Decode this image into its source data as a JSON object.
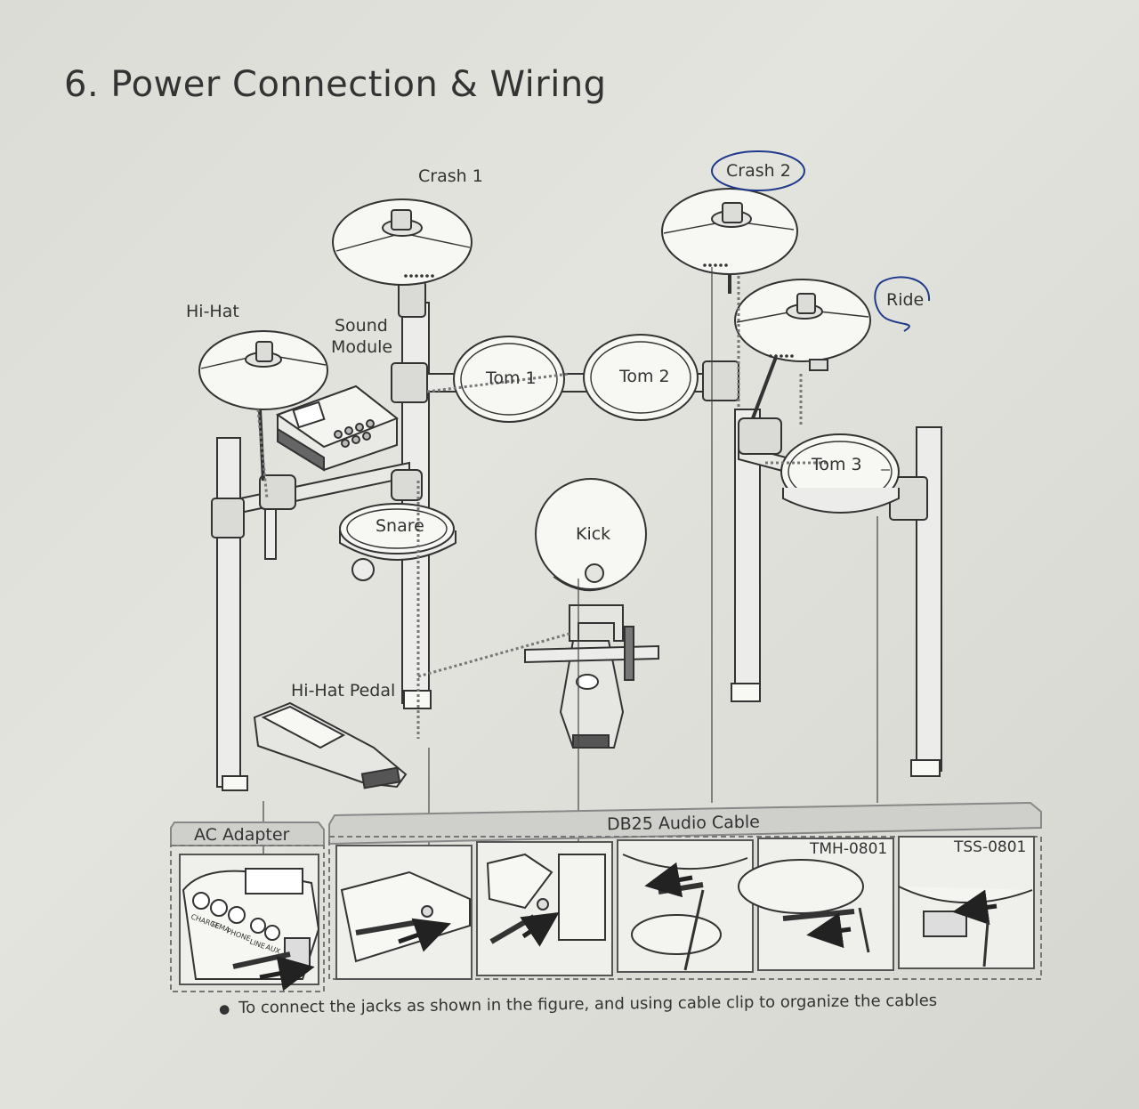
{
  "page": {
    "title": "6. Power Connection & Wiring",
    "note": "To connect the jacks as shown in the figure, and using cable clip to organize the cables"
  },
  "labels": {
    "crash1": "Crash 1",
    "crash2": "Crash 2",
    "ride": "Ride",
    "hihat": "Hi-Hat",
    "sound_module_line1": "Sound",
    "sound_module_line2": "Module",
    "tom1": "Tom 1",
    "tom2": "Tom 2",
    "tom3": "Tom 3",
    "snare": "Snare",
    "kick": "Kick",
    "hihat_pedal": "Hi-Hat Pedal"
  },
  "panels": {
    "ac_adapter": "AC Adapter",
    "db25_audio_cable": "DB25 Audio Cable",
    "tmh_model": "TMH-0801",
    "tss_model": "TSS-0801"
  },
  "module_jacks": {
    "jack1": "CHARGE",
    "jack2": "TEMA",
    "jack3": "PHONE",
    "jack4": "LINE",
    "jack5": "AUX"
  },
  "colors": {
    "ink": "#333333",
    "annotation_pen": "#1f3a8a",
    "background": "#e0e0da",
    "panel_header": "#cfcfcf"
  }
}
